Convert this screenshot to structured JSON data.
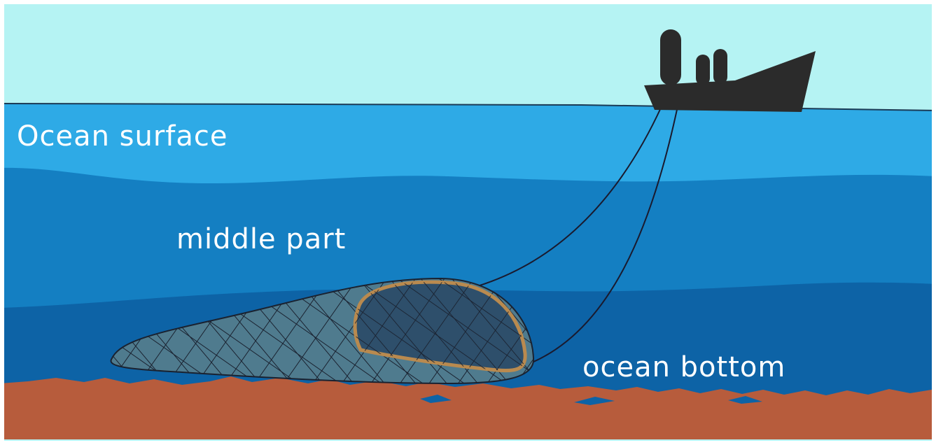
{
  "labels": {
    "surface": "Ocean surface",
    "middle": "middle part",
    "bottom": "ocean bottom"
  },
  "colors": {
    "sky": "#b5f3f3",
    "surface_layer": "#2eaae6",
    "middle_layer": "#147fc2",
    "deep_layer": "#0d63a6",
    "seabed": "#b75c3c",
    "ship": "#2b2b2b",
    "net_fill": "#4f7b8e",
    "net_rim": "#b98a4f",
    "line": "#1a1a2e"
  },
  "icons": {
    "ship": "fishing-trawler-icon",
    "net": "trawl-net-icon"
  }
}
